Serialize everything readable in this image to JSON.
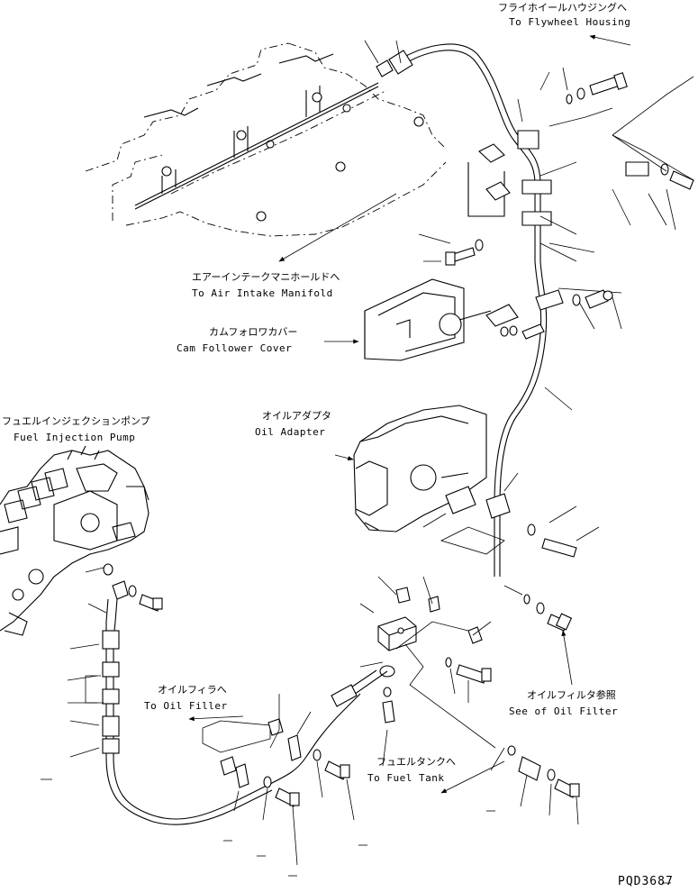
{
  "labels": {
    "flywheel_jp": "フライホイールハウジングへ",
    "flywheel_en": "To Flywheel Housing",
    "air_intake_jp": "エアーインテークマニホールドへ",
    "air_intake_en": "To Air Intake Manifold",
    "cam_follower_jp": "カムフォロワカバー",
    "cam_follower_en": "Cam Follower Cover",
    "fuel_pump_jp": "フュエルインジェクションポンプ",
    "fuel_pump_en": "Fuel Injection Pump",
    "oil_adapter_jp": "オイルアダプタ",
    "oil_adapter_en": "Oil Adapter",
    "oil_filler_jp": "オイルフィラへ",
    "oil_filler_en": "To Oil Filler",
    "oil_filter_jp": "オイルフィルタ参照",
    "oil_filter_en": "See of Oil Filter",
    "fuel_tank_jp": "フュエルタンクへ",
    "fuel_tank_en": "To Fuel Tank",
    "drawing_code": "PQD3687"
  }
}
